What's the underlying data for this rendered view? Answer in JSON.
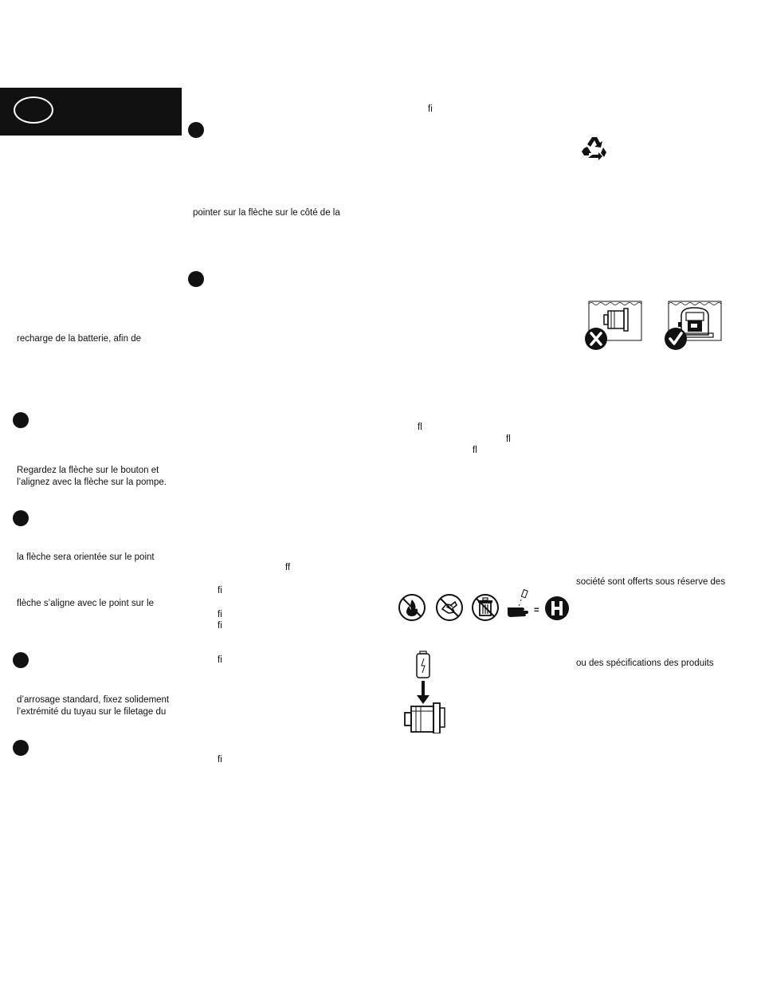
{
  "left_column": {
    "battery_text": "recharge de la batterie, afin de",
    "button_text_1": "Regardez la flèche sur le bouton et",
    "button_text_2": "l’alignez avec la flèche sur la pompe.",
    "arrow_text_1": "la flèche sera orientée sur le point",
    "arrow_text_2": "flèche s’aligne avec le point sur le",
    "hose_text_1": "d’arrosage standard, fixez solidement",
    "hose_text_2": "l’extrémité du tuyau sur le filetage du"
  },
  "middle_column": {
    "pointer_text": "pointer sur la flèche sur le côté de la",
    "ligatures": [
      "ff",
      "fi",
      "fi",
      "fi",
      "fi",
      "fi"
    ]
  },
  "right_column": {
    "top_ligature": "fi",
    "fl_ligatures": [
      "fl",
      "fl",
      "fl"
    ],
    "company_text": "société sont offerts sous réserve des",
    "specs_text": "ou des spécifications des produits",
    "equals_sign": "="
  },
  "icons": {
    "recycle": "recycle-icon",
    "no_fire": "no-fire-icon",
    "no_crush": "no-crush-icon",
    "no_trash": "no-trash-icon",
    "hand_battery": "hand-battery-icon",
    "hazard": "hazard-h-icon",
    "cross": "cross-mark-icon",
    "check": "check-mark-icon"
  },
  "colors": {
    "ink": "#111111",
    "paper": "#ffffff"
  }
}
